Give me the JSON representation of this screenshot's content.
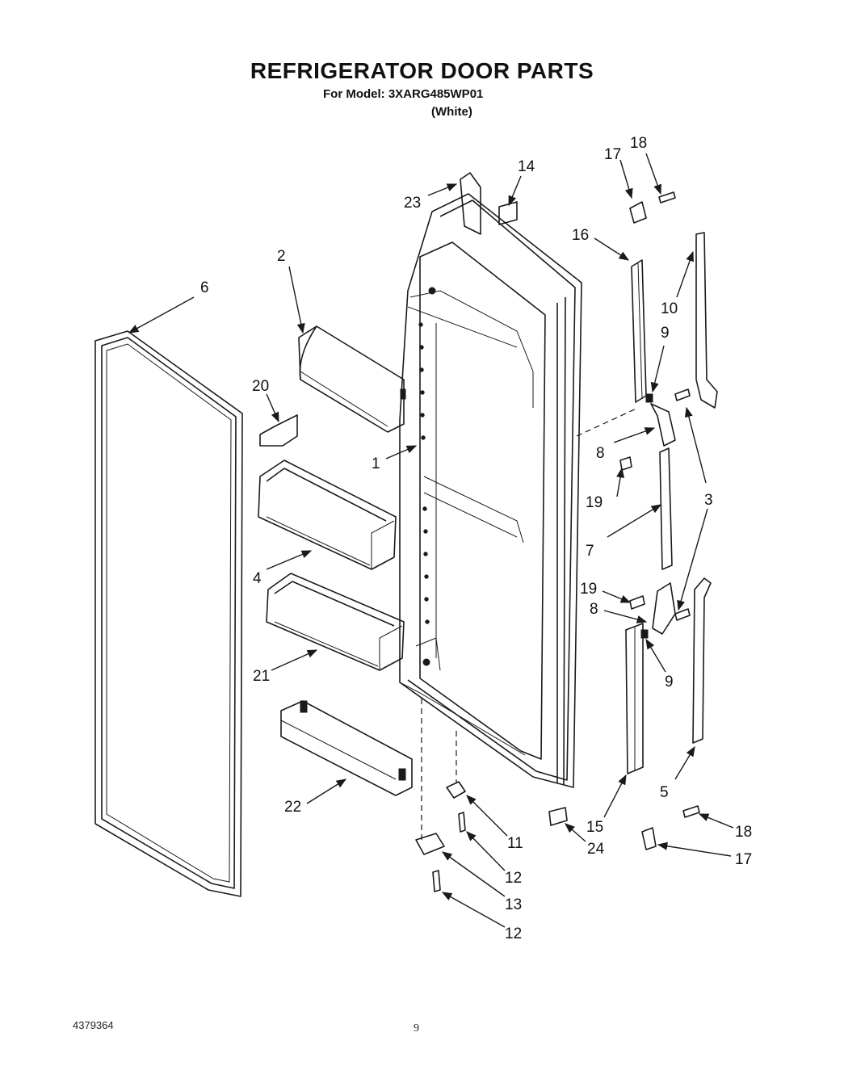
{
  "header": {
    "title": "REFRIGERATOR DOOR PARTS",
    "model_line": "For Model: 3XARG485WP01",
    "color_note": "(White)"
  },
  "footer": {
    "doc_number": "4379364",
    "page_number": "9"
  },
  "callouts": [
    "1",
    "2",
    "3",
    "4",
    "5",
    "6",
    "7",
    "8",
    "8",
    "9",
    "9",
    "10",
    "11",
    "12",
    "12",
    "13",
    "14",
    "15",
    "16",
    "17",
    "17",
    "18",
    "18",
    "19",
    "19",
    "20",
    "21",
    "22",
    "23",
    "24"
  ]
}
